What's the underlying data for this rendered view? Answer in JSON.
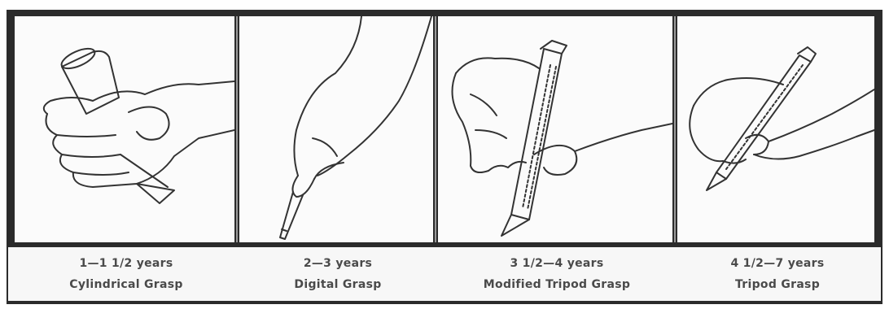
{
  "stages": [
    {
      "age": "1—1 1/2 years",
      "grasp": "Cylindrical Grasp",
      "illustration": "fist-holding-crayon"
    },
    {
      "age": "2—3 years",
      "grasp": "Digital Grasp",
      "illustration": "fingers-pointing-pencil"
    },
    {
      "age": "3 1/2—4 years",
      "grasp": "Modified Tripod Grasp",
      "illustration": "fingers-around-pencil"
    },
    {
      "age": "4 1/2—7 years",
      "grasp": "Tripod Grasp",
      "illustration": "tripod-pencil-hold"
    }
  ],
  "colors": {
    "frame": "#2b2b2b",
    "ink": "#333333",
    "paper": "#fbfbfb"
  }
}
